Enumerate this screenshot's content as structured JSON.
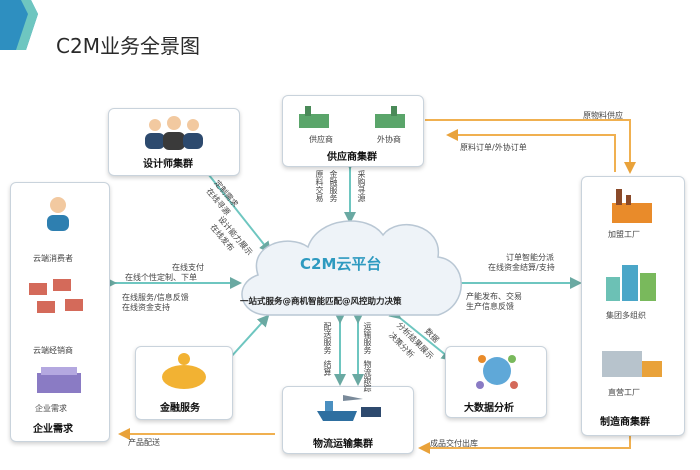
{
  "header": {
    "title": "C2M业务全景图"
  },
  "center": {
    "title": "C2M云平台",
    "subtitle": "一站式服务@商机智能匹配@风控助力决策"
  },
  "designers": {
    "label": "设计师集群"
  },
  "suppliers": {
    "label": "供应商集群",
    "tag1": "供应商",
    "tag2": "外协商"
  },
  "manufacturers": {
    "label": "制造商集群",
    "item1": "加盟工厂",
    "item2": "集团多组织",
    "item3": "直营工厂"
  },
  "enterprise": {
    "label": "企业需求",
    "consumer": "云端消费者",
    "dealer": "云端经销商",
    "demand": "企业需求"
  },
  "finance": {
    "label": "金融服务"
  },
  "bigdata": {
    "label": "大数据分析"
  },
  "logistics": {
    "label": "物流运输集群"
  },
  "flows": {
    "raw_supply": "原物料供应",
    "raw_order": "原料订单/外协订单",
    "supplier_v1": "原料交易",
    "supplier_v2": "金融服务",
    "supplier_v3": "采购寻源",
    "designer_a1": "定制需求",
    "designer_a2": "在线寻源",
    "designer_b1": "设计能力展示",
    "designer_b2": "在线发布",
    "left_1": "在线支付",
    "left_2": "在线个性定制、下单",
    "left_3": "在线服务/信息反馈",
    "left_4": "在线资金支持",
    "right_1": "订单智能分派",
    "right_2": "在线资金结算/支持",
    "right_3": "产能发布、交易",
    "right_4": "生产信息反馈",
    "bottom_v1": "配送服务",
    "bottom_v2": "结算",
    "bottom_v3": "运输服务",
    "bottom_v4": "物流跟踪",
    "bigdata_d1": "分析结果展示",
    "bigdata_d2": "决策分析",
    "bigdata_d3": "数据",
    "product_delivery": "产品配送",
    "finished_goods": "成品交付出库"
  },
  "colors": {
    "accent": "#2e9ac0",
    "arrow_teal": "#6ec6c0",
    "arrow_orange": "#f0b050",
    "cloud": "#e8eef4"
  }
}
